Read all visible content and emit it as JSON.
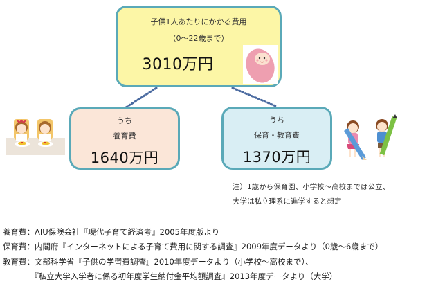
{
  "top_box": {
    "title": "子供1人あたりにかかる費用",
    "subtitle": "（0〜22歳まで）",
    "amount": "3010万円",
    "image": "baby-illustration",
    "bg_color": "#fcf6a6",
    "border_color": "#5aa9b8"
  },
  "left_box": {
    "prefix": "うち",
    "label": "養育費",
    "amount": "1640万円",
    "image": "children-eating-illustration",
    "bg_color": "#fbe6d8"
  },
  "right_box": {
    "prefix": "うち",
    "label": "保育・教育費",
    "amount": "1370万円",
    "image": "children-with-pencils-illustration",
    "bg_color": "#d9eef4"
  },
  "connector_color": "#4a6aa0",
  "note": {
    "line1": "注）1歳から保育園、小学校〜高校までは公立、",
    "line2": "大学は私立理系に進学すると想定"
  },
  "sources": [
    "養育費：AIU保険会社『現代子育て経済考』2005年度版より",
    "保育費：内閣府『インターネットによる子育て費用に関する調査』2009年度データより（0歳〜6歳まで）",
    "教育費：文部科学省『子供の学習費調査』2010年度データより（小学校〜高校まで）、",
    "　　　　『私立大学入学者に係る初年度学生納付金平均額調査』2013年度データより（大学）"
  ]
}
